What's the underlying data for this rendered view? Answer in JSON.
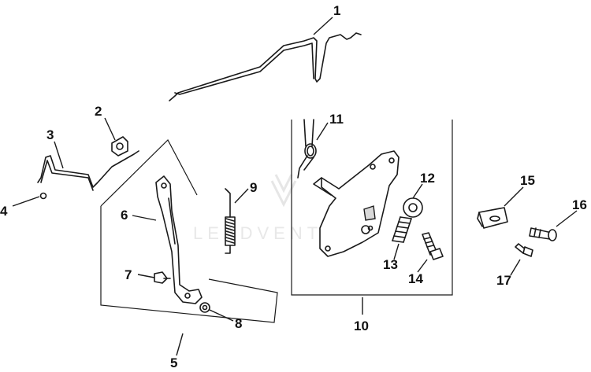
{
  "diagram": {
    "watermark": "LEADVENTURE",
    "callouts": [
      {
        "id": "c1",
        "label": "1"
      },
      {
        "id": "c2",
        "label": "2"
      },
      {
        "id": "c3",
        "label": "3"
      },
      {
        "id": "c4",
        "label": "4"
      },
      {
        "id": "c5",
        "label": "5"
      },
      {
        "id": "c6",
        "label": "6"
      },
      {
        "id": "c7",
        "label": "7"
      },
      {
        "id": "c8",
        "label": "8"
      },
      {
        "id": "c9",
        "label": "9"
      },
      {
        "id": "c10",
        "label": "10"
      },
      {
        "id": "c11",
        "label": "11"
      },
      {
        "id": "c12",
        "label": "12"
      },
      {
        "id": "c13",
        "label": "13"
      },
      {
        "id": "c14",
        "label": "14"
      },
      {
        "id": "c15",
        "label": "15"
      },
      {
        "id": "c16",
        "label": "16"
      },
      {
        "id": "c17",
        "label": "17"
      }
    ],
    "colors": {
      "line": "#1a1a1a",
      "background": "#ffffff",
      "watermark": "#e6e6e6"
    }
  }
}
